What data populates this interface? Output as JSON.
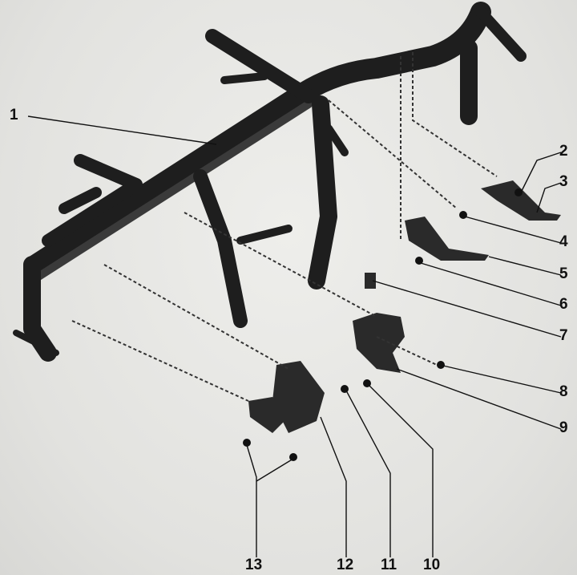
{
  "figure": {
    "callouts": [
      "1",
      "2",
      "3",
      "4",
      "5",
      "6",
      "7",
      "8",
      "9",
      "10",
      "11",
      "12",
      "13"
    ]
  },
  "colors": {
    "ink": "#1a1a1a",
    "paper": "#e6e6e3"
  }
}
